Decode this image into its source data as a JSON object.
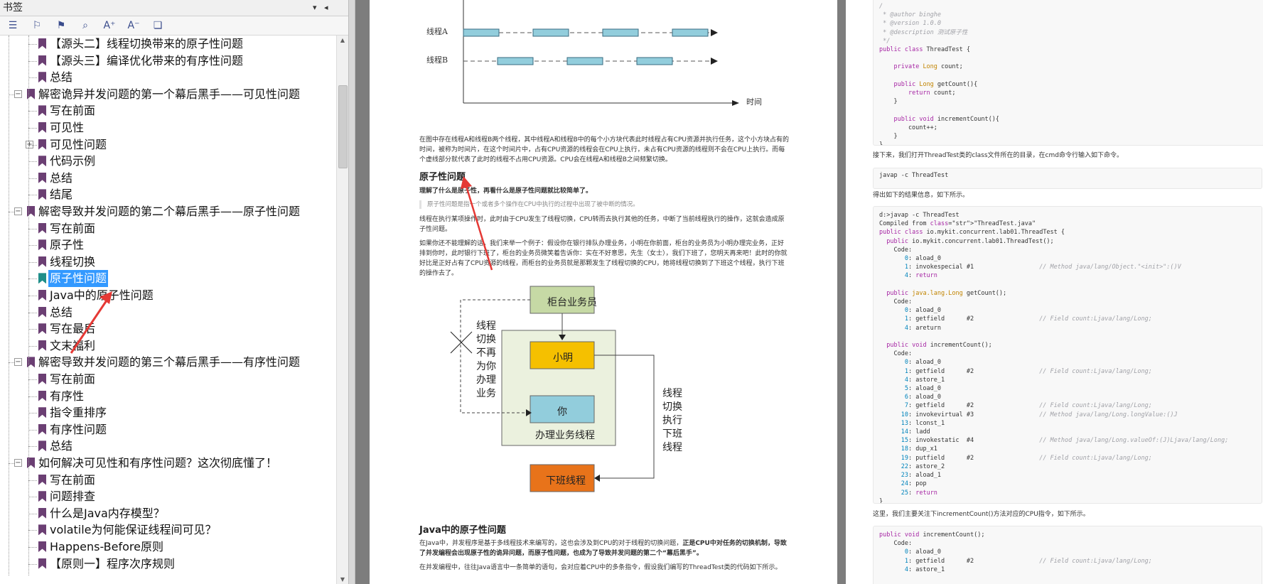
{
  "sidebar": {
    "title": "书签",
    "pin": "▾",
    "close": "◂",
    "tools": [
      "bookmark-options-icon",
      "expand-all-icon",
      "collapse-all-icon",
      "find-bookmark-icon",
      "enlarge-font-icon",
      "shrink-font-icon",
      "bookmark-properties-icon"
    ],
    "tool_glyphs": [
      "☰",
      "⚐",
      "⚑",
      "⌕",
      "A⁺",
      "A⁻",
      "❏"
    ],
    "tree": [
      {
        "level": 2,
        "label": "【源头二】线程切换带来的原子性问题"
      },
      {
        "level": 2,
        "label": "【源头三】编译优化带来的有序性问题"
      },
      {
        "level": 2,
        "label": "总结"
      },
      {
        "level": 1,
        "label": "解密诡异并发问题的第一个幕后黑手——可见性问题",
        "expander": "−"
      },
      {
        "level": 2,
        "label": "写在前面"
      },
      {
        "level": 2,
        "label": "可见性"
      },
      {
        "level": 2,
        "label": "可见性问题",
        "expander": "+"
      },
      {
        "level": 2,
        "label": "代码示例"
      },
      {
        "level": 2,
        "label": "总结"
      },
      {
        "level": 2,
        "label": "结尾"
      },
      {
        "level": 1,
        "label": "解密导致并发问题的第二个幕后黑手——原子性问题",
        "expander": "−"
      },
      {
        "level": 2,
        "label": "写在前面"
      },
      {
        "level": 2,
        "label": "原子性"
      },
      {
        "level": 2,
        "label": "线程切换"
      },
      {
        "level": 2,
        "label": "原子性问题",
        "selected": true
      },
      {
        "level": 2,
        "label": "Java中的原子性问题"
      },
      {
        "level": 2,
        "label": "总结"
      },
      {
        "level": 2,
        "label": "写在最后"
      },
      {
        "level": 2,
        "label": "文末福利"
      },
      {
        "level": 1,
        "label": "解密导致并发问题的第三个幕后黑手——有序性问题",
        "expander": "−"
      },
      {
        "level": 2,
        "label": "写在前面"
      },
      {
        "level": 2,
        "label": "有序性"
      },
      {
        "level": 2,
        "label": "指令重排序"
      },
      {
        "level": 2,
        "label": "有序性问题"
      },
      {
        "level": 2,
        "label": "总结"
      },
      {
        "level": 1,
        "label": "如何解决可见性和有序性问题？这次彻底懂了！",
        "expander": "−"
      },
      {
        "level": 2,
        "label": "写在前面"
      },
      {
        "level": 2,
        "label": "问题排查"
      },
      {
        "level": 2,
        "label": "什么是Java内存模型？"
      },
      {
        "level": 2,
        "label": "volatile为何能保证线程间可见？"
      },
      {
        "level": 2,
        "label": "Happens-Before原则"
      },
      {
        "level": 2,
        "label": "【原则一】程序次序规则"
      }
    ]
  },
  "page1": {
    "timeline": {
      "a": "线程A",
      "b": "线程B",
      "time": "时间"
    },
    "para1": "在图中存在线程A和线程B两个线程，其中线程A和线程B中的每个小方块代表此时线程占有CPU资源并执行任务，这个小方块占有的时间，被称为时间片，在这个时间片中，占有CPU资源的线程会在CPU上执行，未占有CPU资源的线程则不会在CPU上执行。而每个虚线部分就代表了此时的线程不占用CPU资源。CPU会在线程A和线程B之间频繁切换。",
    "heading1": "原子性问题",
    "para2": "理解了什么是原子性，再看什么是原子性问题就比较简单了。",
    "quote": "原子性问题是指一个或者多个操作在CPU中执行的过程中出现了被中断的情况。",
    "para3": "线程在执行某项操作时，此时由于CPU发生了线程切换，CPU转而去执行其他的任务，中断了当前线程执行的操作，这就会造成原子性问题。",
    "para4": "如果你还不能理解的话，我们来举一个例子：假设你在银行排队办理业务，小明在你前面，柜台的业务员为小明办理完业务，正好排到你时，此时银行下班了，柜台的业务员微笑着告诉你：实在不好意思，先生（女士），我们下班了，您明天再来吧！此时的你就好比是正好占有了CPU资源的线程，而柜台的业务员就是那颗发生了线程切换的CPU，她将线程切换到了下班这个线程，执行下班的操作去了。",
    "diagram": {
      "teller": "柜台业务员",
      "xiaoming": "小明",
      "you": "你",
      "business": "办理业务线程",
      "offwork": "下班线程",
      "left_note": [
        "线程",
        "切换",
        "不再",
        "为你",
        "办理",
        "业务"
      ],
      "right_note": [
        "线程",
        "切换",
        "执行",
        "下班",
        "线程"
      ]
    },
    "heading2": "Java中的原子性问题",
    "para5a": "在Java中，并发程序是基于多线程技术来编写的，这也会涉及到CPU的对于线程的切换问题，",
    "para5b": "正是CPU中对任务的切换机制，导致了并发编程会出现原子性的诡异问题，而原子性问题，也成为了导致并发问题的第二个“幕后黑手”。",
    "para6": "在并发编程中，往往Java语言中一条简单的语句，会对应着CPU中的多条指令，假设我们编写的ThreadTest类的代码如下所示。"
  },
  "page2": {
    "code1": [
      [
        "cm",
        "/"
      ],
      [
        "cm",
        " * @author binghe"
      ],
      [
        "cm",
        " * @version 1.0.0"
      ],
      [
        "cm",
        " * @description 测试原子性"
      ],
      [
        "cm",
        " */"
      ],
      [
        "mix",
        "public class ThreadTest {"
      ],
      [
        "",
        ""
      ],
      [
        "mix2",
        "    private Long count;"
      ],
      [
        "",
        ""
      ],
      [
        "mix3",
        "    public Long getCount(){"
      ],
      [
        "mix4",
        "        return count;"
      ],
      [
        "",
        "    }"
      ],
      [
        "",
        ""
      ],
      [
        "mix5",
        "    public void incrementCount(){"
      ],
      [
        "",
        "        count++;"
      ],
      [
        "",
        "    }"
      ],
      [
        "",
        "}"
      ]
    ],
    "text1": "接下来，我们打开ThreadTest类的class文件所在的目录，在cmd命令行输入如下命令。",
    "cmd": "javap -c ThreadTest",
    "text2": "得出如下的结果信息，如下所示。",
    "code2": [
      "d:>javap -c ThreadTest",
      "Compiled from \"ThreadTest.java\"",
      "public class io.mykit.concurrent.lab01.ThreadTest {",
      "  public io.mykit.concurrent.lab01.ThreadTest();",
      "    Code:",
      "       0: aload_0",
      "       1: invokespecial #1                  // Method java/lang/Object.\"<init>\":()V",
      "       4: return",
      "",
      "  public java.lang.Long getCount();",
      "    Code:",
      "       0: aload_0",
      "       1: getfield      #2                  // Field count:Ljava/lang/Long;",
      "       4: areturn",
      "",
      "  public void incrementCount();",
      "    Code:",
      "       0: aload_0",
      "       1: getfield      #2                  // Field count:Ljava/lang/Long;",
      "       4: astore_1",
      "       5: aload_0",
      "       6: aload_0",
      "       7: getfield      #2                  // Field count:Ljava/lang/Long;",
      "      10: invokevirtual #3                  // Method java/lang/Long.longValue:()J",
      "      13: lconst_1",
      "      14: ladd",
      "      15: invokestatic  #4                  // Method java/lang/Long.valueOf:(J)Ljava/lang/Long;",
      "      18: dup_x1",
      "      19: putfield      #2                  // Field count:Ljava/lang/Long;",
      "      22: astore_2",
      "      23: aload_1",
      "      24: pop",
      "      25: return",
      "}"
    ],
    "text3": "这里，我们主要关注下incrementCount()方法对应的CPU指令，如下所示。",
    "code3": [
      "public void incrementCount();",
      "    Code:",
      "       0: aload_0",
      "       1: getfield      #2                  // Field count:Ljava/lang/Long;",
      "       4: astore_1"
    ]
  },
  "colors": {
    "accent": "#3399ff",
    "bookmark": "#6b3f73",
    "arrow": "#e53935",
    "orange": "#e8731a",
    "yellow": "#f5c000",
    "blue": "#92cddc",
    "green": "#c6d9a5"
  }
}
